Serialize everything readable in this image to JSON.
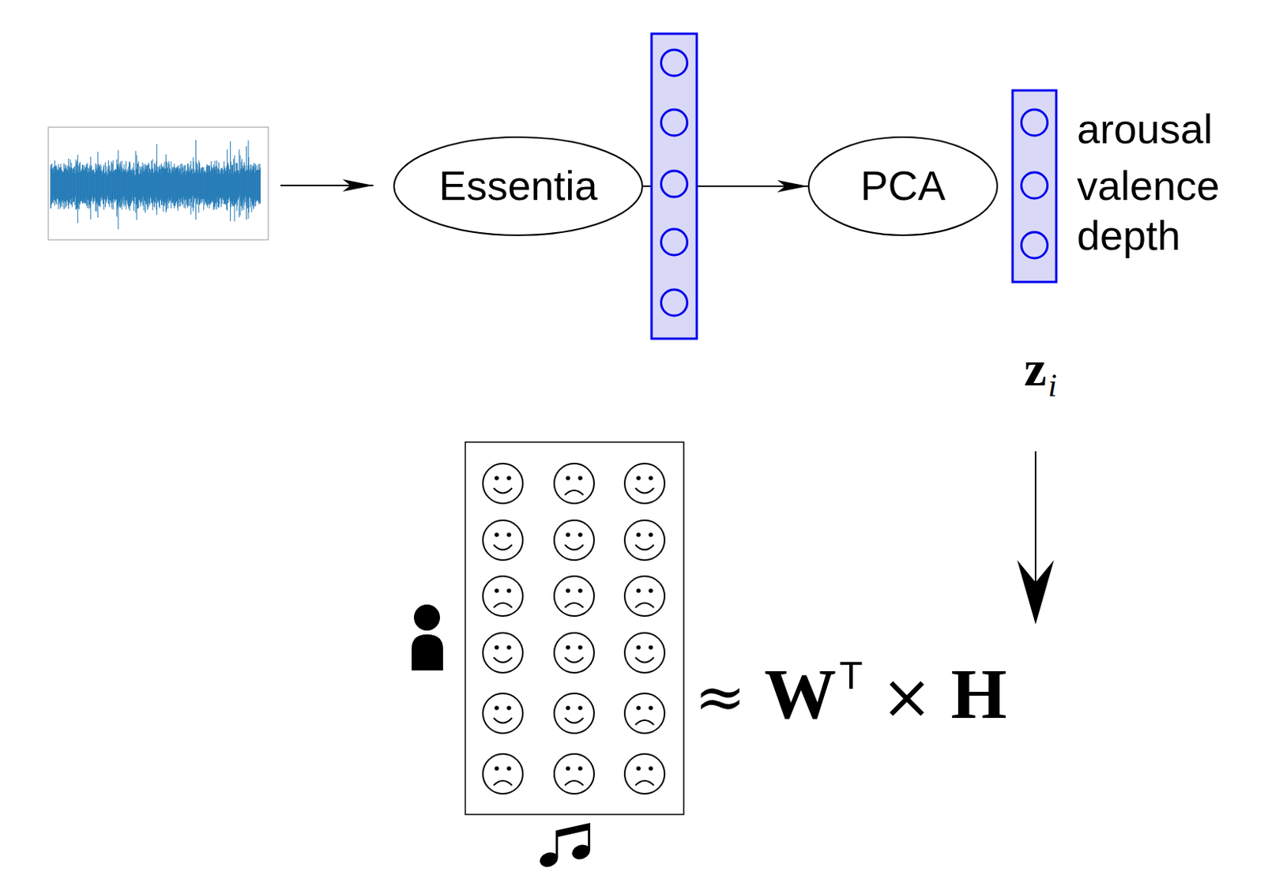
{
  "diagram": {
    "nodes": [
      {
        "text": [
          "Essentia"
        ]
      },
      {
        "text": [
          "PCA"
        ]
      }
    ],
    "edges": [
      {
        "from": 0,
        "to": 1,
        "arrow": "to"
      }
    ],
    "labels": [
      "arousal",
      "valence",
      "depth",
      "z",
      "i",
      "≈",
      "W",
      "T",
      "×",
      "H"
    ]
  }
}
